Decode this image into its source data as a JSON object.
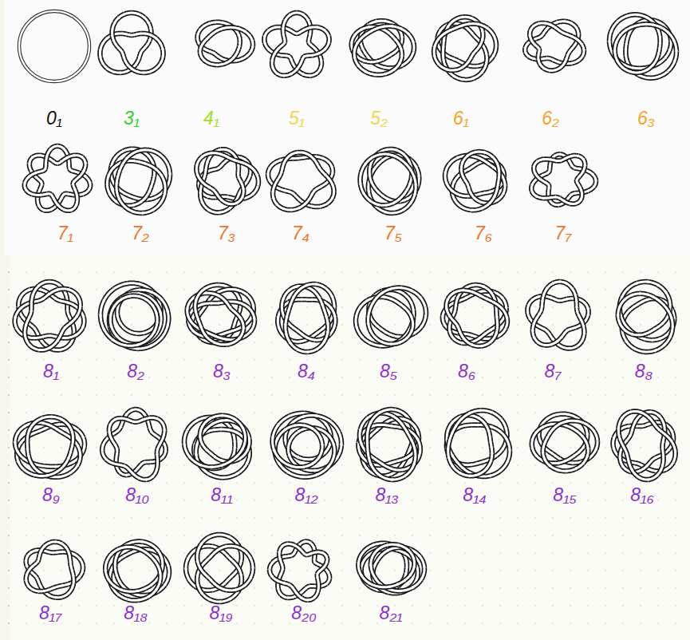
{
  "diagram": {
    "labels": [
      "0₁",
      "3₁",
      "4₁",
      "5₁",
      "5₂",
      "6₁",
      "6₂",
      "6₃",
      "7₁",
      "7₂",
      "7₃",
      "7₄",
      "7₅",
      "7₆",
      "7₇",
      "8₁",
      "8₂",
      "8₃",
      "8₄",
      "8₅",
      "8₆",
      "8₇",
      "8₈",
      "8₉",
      "8₁₀",
      "8₁₁",
      "8₁₂",
      "8₁₃",
      "8₁₄",
      "8₁₅",
      "8₁₆",
      "8₁₇",
      "8₁₈",
      "8₁₉",
      "8₂₀",
      "8₂₁"
    ]
  }
}
